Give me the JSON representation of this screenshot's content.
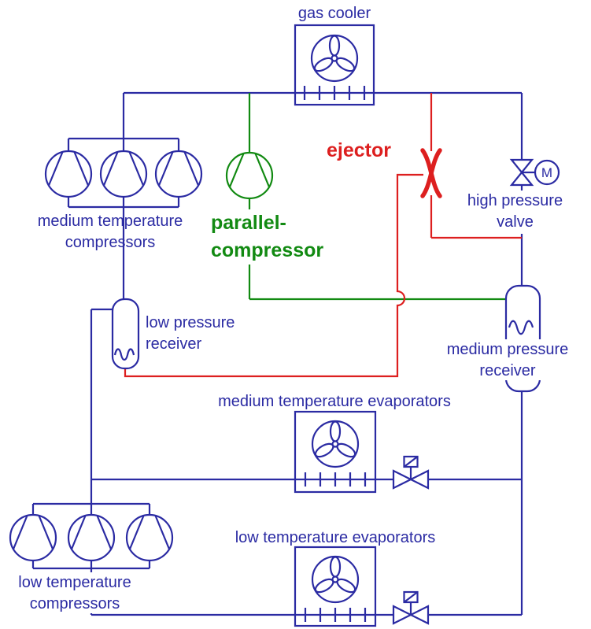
{
  "colors": {
    "blue": "#2b2ba3",
    "green": "#128a12",
    "red": "#dd1f1f",
    "background": "#ffffff"
  },
  "labels": {
    "gas_cooler": "gas cooler",
    "mt_compressors": {
      "line1": "medium temperature",
      "line2": "compressors"
    },
    "parallel_compressor": {
      "line1": "parallel-",
      "line2": "compressor"
    },
    "ejector": "ejector",
    "hp_valve": {
      "line1": "high pressure",
      "line2": "valve"
    },
    "lp_receiver": {
      "line1": "low pressure",
      "line2": "receiver"
    },
    "mp_receiver": {
      "line1": "medium pressure",
      "line2": "receiver"
    },
    "mt_evaporators": "medium temperature evaporators",
    "lt_evaporators": "low temperature evaporators",
    "lt_compressors": {
      "line1": "low temperature",
      "line2": "compressors"
    },
    "motor": "M"
  },
  "symbols": {
    "fan": "fan-icon",
    "compressor": "compressor-icon",
    "receiver_vessel": "receiver-vessel",
    "expansion_valve": "expansion-valve-icon",
    "motor_valve": "motor-valve-icon",
    "ejector": "ejector-icon"
  }
}
